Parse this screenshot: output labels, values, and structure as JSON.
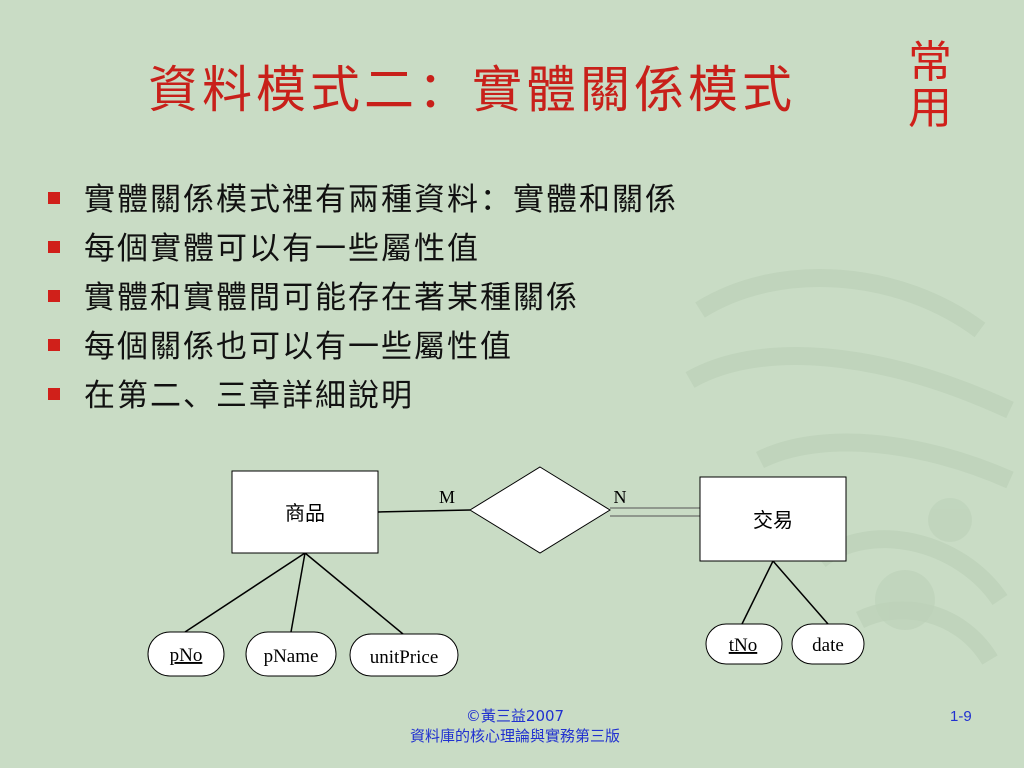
{
  "slide": {
    "title": "資料模式二：實體關係模式",
    "side_note": "常用",
    "bullets": [
      "實體關係模式裡有兩種資料：實體和關係",
      "每個實體可以有一些屬性值",
      "實體和實體間可能存在著某種關係",
      "每個關係也可以有一些屬性值",
      "在第二、三章詳細說明"
    ],
    "footer_line1": "©黃三益2007",
    "footer_line2": "資料庫的核心理論與實務第三版",
    "page_number": "1-9"
  },
  "diagram": {
    "entity_left": "商品",
    "entity_right": "交易",
    "cardinality_left": "M",
    "cardinality_right": "N",
    "attributes_left": [
      "pNo",
      "pName",
      "unitPrice"
    ],
    "attributes_right": [
      "tNo",
      "date"
    ],
    "key_attributes": [
      "pNo",
      "tNo"
    ]
  },
  "colors": {
    "background": "#c9dcc5",
    "title": "#c8201a",
    "bullet": "#d0201a",
    "footer": "#2030d0"
  }
}
